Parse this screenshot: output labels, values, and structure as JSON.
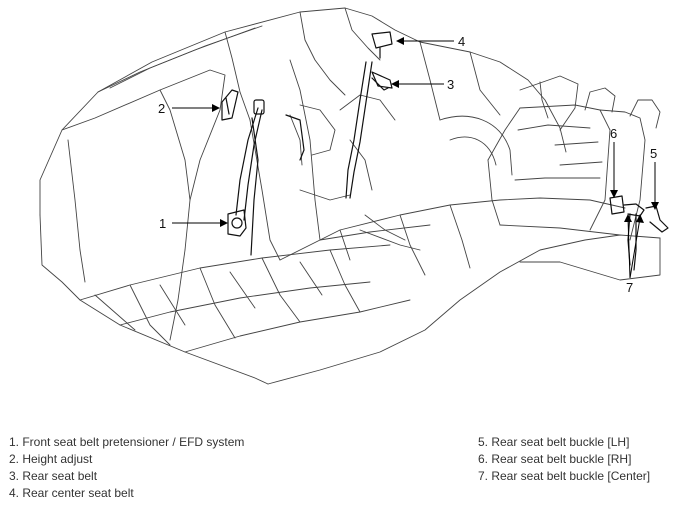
{
  "callouts": [
    "1",
    "2",
    "3",
    "4",
    "5",
    "6",
    "7"
  ],
  "legend": {
    "left": [
      "1. Front seat belt pretensioner / EFD system",
      "2. Height adjust",
      "3. Rear seat belt",
      "4. Rear center seat belt"
    ],
    "right": [
      "5. Rear seat belt buckle [LH]",
      "6. Rear seat belt buckle [RH]",
      "7. Rear seat belt buckle [Center]"
    ]
  }
}
